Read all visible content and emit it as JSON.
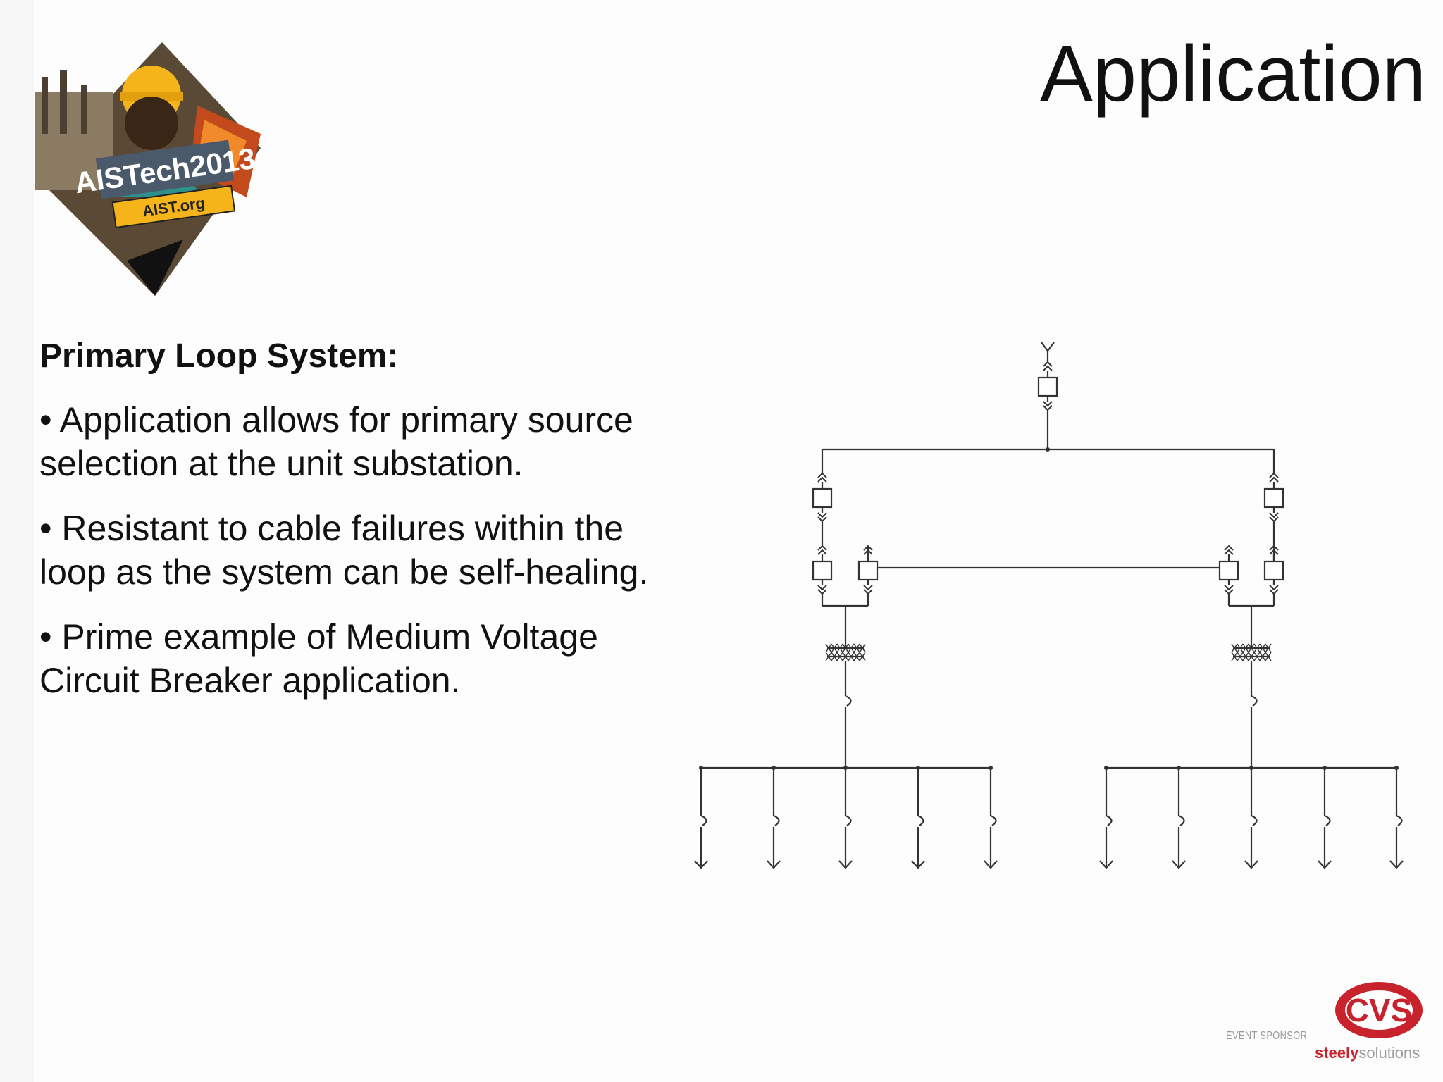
{
  "slide": {
    "title": "Application",
    "heading": "Primary Loop System:",
    "bullets": [
      "• Application allows for primary source selection at the unit substation.",
      "• Resistant to cable failures within the loop as the system can be self-healing.",
      "• Prime example of Medium Voltage Circuit Breaker application."
    ]
  },
  "logo": {
    "text_main": "AISTech2013",
    "text_url": "AIST.org"
  },
  "sponsor": {
    "label": "EVENT SPONSOR",
    "badge": "CVS",
    "brand_a": "steely",
    "brand_b": "solutions"
  },
  "diagram": {
    "main_breakers": 1,
    "feeder_breakers": 2,
    "loop_breakers_per_substation": 2,
    "substations": 2,
    "feeders_per_substation": 5
  },
  "colors": {
    "text": "#111111",
    "line": "#333333",
    "brand_red": "#c8232c",
    "logo_yellow": "#f4b41a"
  }
}
